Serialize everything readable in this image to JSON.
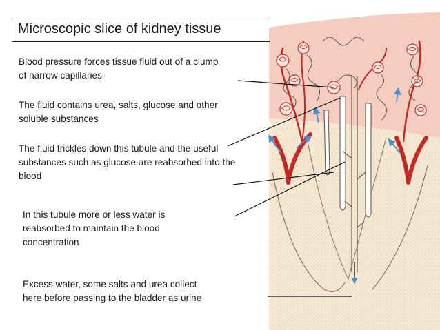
{
  "title": "Microscopic slice of kidney tissue",
  "captions": [
    {
      "lines": [
        "Blood pressure forces tissue fluid out of a  clump",
        "of narrow capillaries"
      ]
    },
    {
      "lines": [
        "The fluid contains urea, salts, glucose and other",
        "soluble substances"
      ]
    },
    {
      "lines": [
        "The fluid trickles down this tubule and the useful",
        "substances such as glucose are reabsorbed into the",
        "blood"
      ]
    },
    {
      "lines": [
        "In this tubule more or less water is",
        "reabsorbed to maintain the blood",
        "concentration"
      ]
    },
    {
      "lines": [
        "Excess water, some salts and urea collect",
        "here before passing to the bladder as urine"
      ]
    }
  ],
  "colors": {
    "cortex": "#f4ccc0",
    "medulla": "#f6e7d2",
    "blood_vessel": "#c42a24",
    "capillary_cluster": "#d23a34",
    "tubule_outline": "#6b5a4a",
    "arrow": "#4e8fc7",
    "pointer_line": "#111111"
  }
}
